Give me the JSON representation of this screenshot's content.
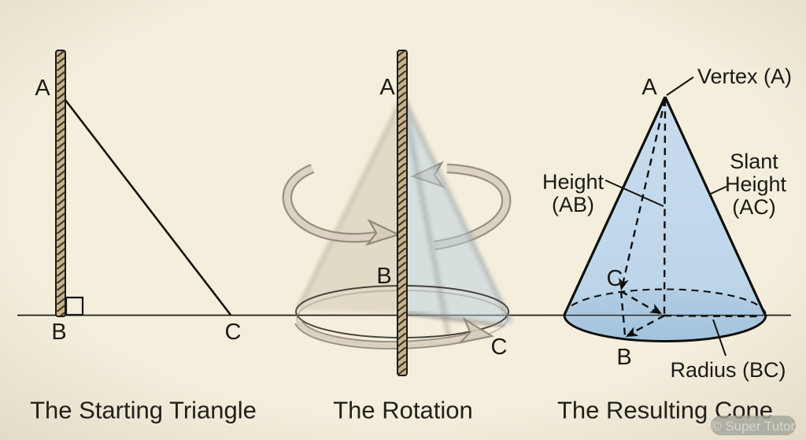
{
  "panels": {
    "triangle": {
      "caption": "The Starting Triangle",
      "labels": {
        "a": "A",
        "b": "B",
        "c": "C"
      }
    },
    "rotation": {
      "caption": "The Rotation",
      "labels": {
        "a": "A",
        "b": "B",
        "c": "C"
      }
    },
    "cone": {
      "caption": "The Resulting Cone",
      "labels": {
        "a": "A",
        "b": "B",
        "c": "C"
      },
      "annotations": {
        "vertex": "Vertex (A)",
        "height_line1": "Height",
        "height_line2": "(AB)",
        "slant_line1": "Slant",
        "slant_line2": "Height",
        "slant_line3": "(AC)",
        "radius": "Radius (BC)"
      }
    }
  },
  "watermark": {
    "text": "© Super Tutor"
  },
  "colors": {
    "background": "#f4eedc",
    "ink": "#1b1a16",
    "cone_fill": "#c3d9ec",
    "cone_fill_deep": "#a9c9e2",
    "rope_fill": "#c7b28c",
    "ribbon_fill": "#d9d0bf",
    "ribbon_outline": "#8f8878",
    "ghost_gray": "#b3a88f",
    "sweep_blue": "#b9d0e0"
  }
}
